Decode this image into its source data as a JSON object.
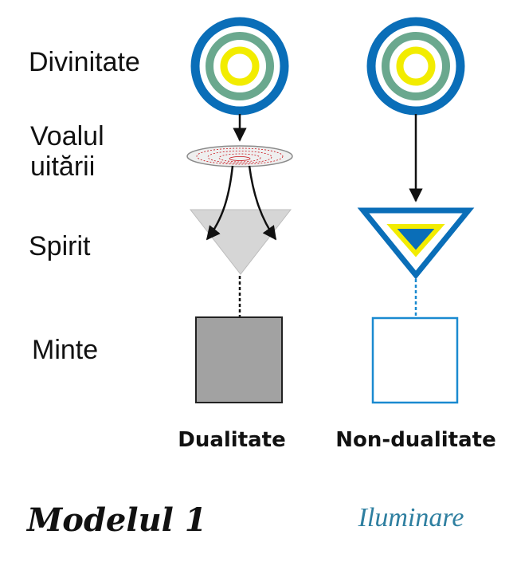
{
  "rows": {
    "divinity": "Divinitate",
    "veil_line1": "Voalul",
    "veil_line2": "uitării",
    "spirit": "Spirit",
    "mind": "Minte"
  },
  "columns": {
    "left": "Dualitate",
    "right": "Non-dualitate"
  },
  "footer": {
    "model": "Modelul 1",
    "enlightenment": "Iluminare"
  },
  "colors": {
    "ring_blue": "#0a6eb8",
    "ring_green": "#6aa88e",
    "ring_yellow": "#f2ec00",
    "spirit_gray": "#d6d6d6",
    "mind_gray": "#a2a2a2",
    "veil_red": "#c8141c",
    "outline_blue": "#1a8ad0"
  }
}
